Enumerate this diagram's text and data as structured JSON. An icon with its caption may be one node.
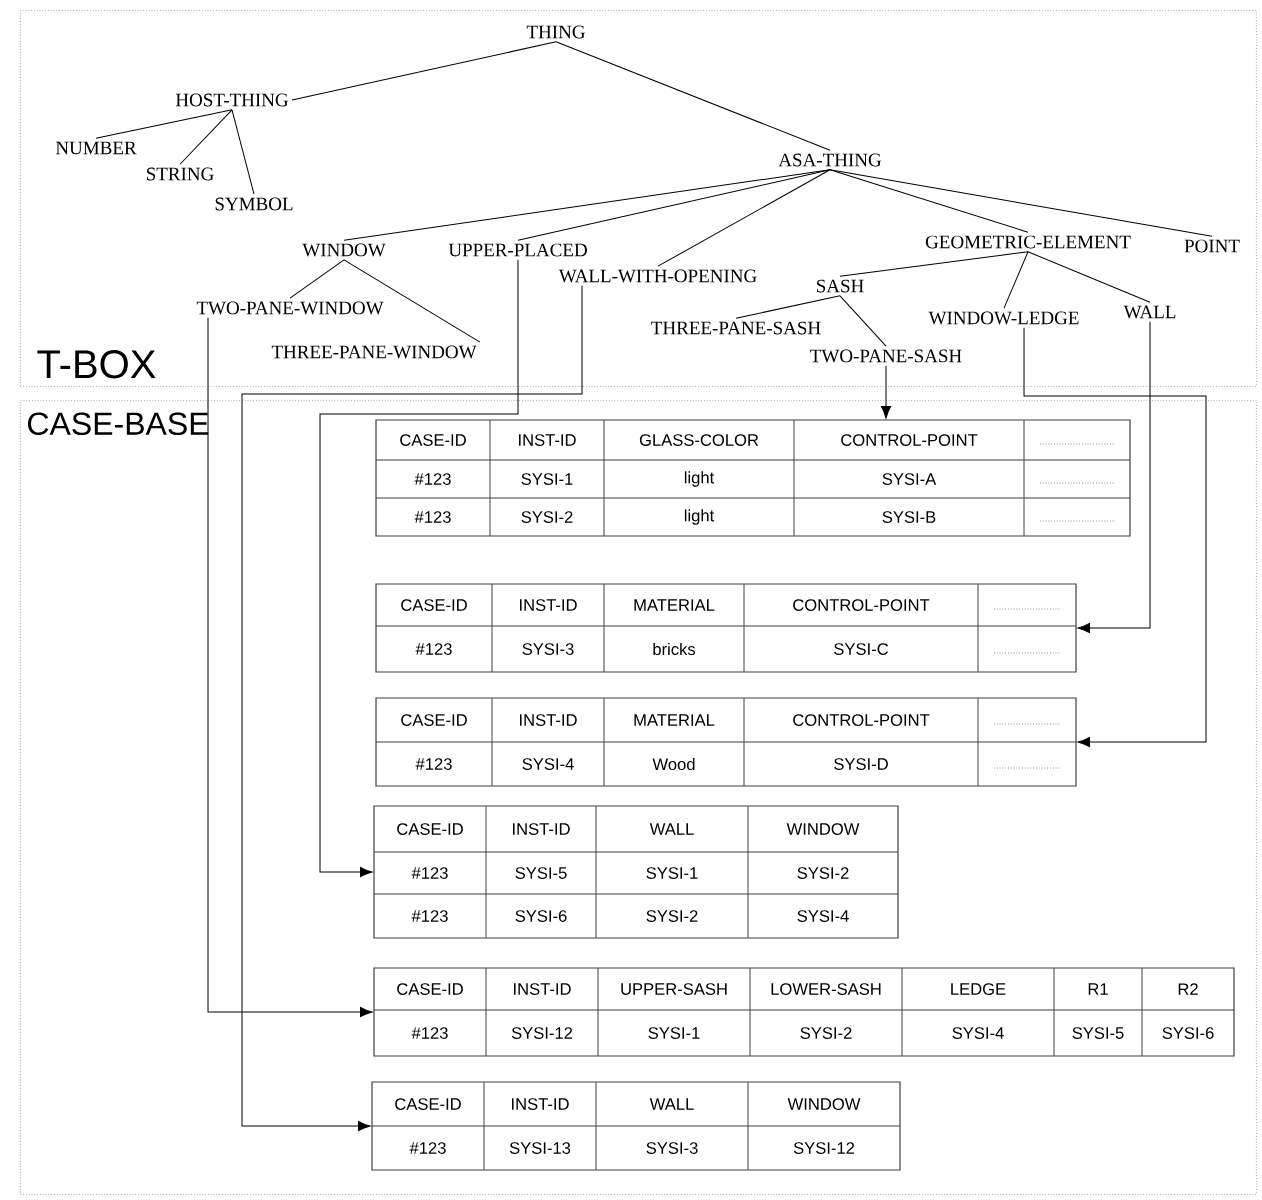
{
  "diagram": {
    "nodes": [
      {
        "text": [
          "T-BOX"
        ]
      },
      {
        "text": [
          "CASE-BASE"
        ]
      },
      {
        "text": [
          "THING"
        ],
        "in": 0
      },
      {
        "text": [
          "HOST-THING"
        ],
        "in": 0
      },
      {
        "text": [
          "NUMBER"
        ],
        "in": 0
      },
      {
        "text": [
          "STRING"
        ],
        "in": 0
      },
      {
        "text": [
          "SYMBOL"
        ],
        "in": 0
      },
      {
        "text": [
          "ASA-THING"
        ],
        "in": 0
      },
      {
        "text": [
          "WINDOW"
        ],
        "in": 0
      },
      {
        "text": [
          "UPPER-PLACED"
        ],
        "in": 0
      },
      {
        "text": [
          "WALL-WITH-OPENING"
        ],
        "in": 0
      },
      {
        "text": [
          "GEOMETRIC-ELEMENT"
        ],
        "in": 0
      },
      {
        "text": [
          "POINT"
        ],
        "in": 0
      },
      {
        "text": [
          "TWO-PANE-WINDOW"
        ],
        "in": 0
      },
      {
        "text": [
          "THREE-PANE-WINDOW"
        ],
        "in": 0
      },
      {
        "text": [
          "SASH"
        ],
        "in": 0
      },
      {
        "text": [
          "WINDOW-LEDGE"
        ],
        "in": 0
      },
      {
        "text": [
          "WALL"
        ],
        "in": 0
      },
      {
        "text": [
          "THREE-PANE-SASH"
        ],
        "in": 0
      },
      {
        "text": [
          "TWO-PANE-SASH"
        ],
        "in": 0
      },
      {
        "text": [
          "CASE-ID",
          "INST-ID",
          "GLASS-COLOR",
          "CONTROL-POINT",
          "#123",
          "SYSI-1",
          "light",
          "SYSI-A",
          "#123",
          "SYSI-2",
          "light",
          "SYSI-B"
        ],
        "in": 1
      },
      {
        "text": [
          "CASE-ID",
          "INST-ID",
          "MATERIAL",
          "CONTROL-POINT",
          "#123",
          "SYSI-3",
          "bricks",
          "SYSI-C"
        ],
        "in": 1
      },
      {
        "text": [
          "CASE-ID",
          "INST-ID",
          "MATERIAL",
          "CONTROL-POINT",
          "#123",
          "SYSI-4",
          "Wood",
          "SYSI-D"
        ],
        "in": 1
      },
      {
        "text": [
          "CASE-ID",
          "INST-ID",
          "WALL",
          "WINDOW",
          "#123",
          "SYSI-5",
          "SYSI-1",
          "SYSI-2",
          "#123",
          "SYSI-6",
          "SYSI-2",
          "SYSI-4"
        ],
        "in": 1
      },
      {
        "text": [
          "CASE-ID",
          "INST-ID",
          "UPPER-SASH",
          "LOWER-SASH",
          "LEDGE",
          "R1",
          "R2",
          "#123",
          "SYSI-12",
          "SYSI-1",
          "SYSI-2",
          "SYSI-4",
          "SYSI-5",
          "SYSI-6"
        ],
        "in": 1
      },
      {
        "text": [
          "CASE-ID",
          "INST-ID",
          "WALL",
          "WINDOW",
          "#123",
          "SYSI-13",
          "SYSI-3",
          "SYSI-12"
        ],
        "in": 1
      }
    ],
    "edges": [
      {
        "from": 2,
        "to": 3,
        "arrow": "none"
      },
      {
        "from": 2,
        "to": 7,
        "arrow": "none"
      },
      {
        "from": 3,
        "to": 4,
        "arrow": "none"
      },
      {
        "from": 3,
        "to": 5,
        "arrow": "none"
      },
      {
        "from": 3,
        "to": 6,
        "arrow": "none"
      },
      {
        "from": 7,
        "to": 8,
        "arrow": "none"
      },
      {
        "from": 7,
        "to": 9,
        "arrow": "none"
      },
      {
        "from": 7,
        "to": 10,
        "arrow": "none"
      },
      {
        "from": 7,
        "to": 11,
        "arrow": "none"
      },
      {
        "from": 7,
        "to": 12,
        "arrow": "none"
      },
      {
        "from": 8,
        "to": 13,
        "arrow": "none"
      },
      {
        "from": 8,
        "to": 14,
        "arrow": "none"
      },
      {
        "from": 11,
        "to": 15,
        "arrow": "none"
      },
      {
        "from": 11,
        "to": 16,
        "arrow": "none"
      },
      {
        "from": 11,
        "to": 17,
        "arrow": "none"
      },
      {
        "from": 15,
        "to": 18,
        "arrow": "none"
      },
      {
        "from": 15,
        "to": 19,
        "arrow": "none"
      },
      {
        "from": 19,
        "to": 20,
        "arrow": "to"
      },
      {
        "from": 17,
        "to": 21,
        "arrow": "to"
      },
      {
        "from": 16,
        "to": 22,
        "arrow": "to"
      },
      {
        "from": 9,
        "to": 23,
        "arrow": "to"
      },
      {
        "from": 13,
        "to": 24,
        "arrow": "to"
      },
      {
        "from": 10,
        "to": 25,
        "arrow": "to"
      }
    ]
  }
}
